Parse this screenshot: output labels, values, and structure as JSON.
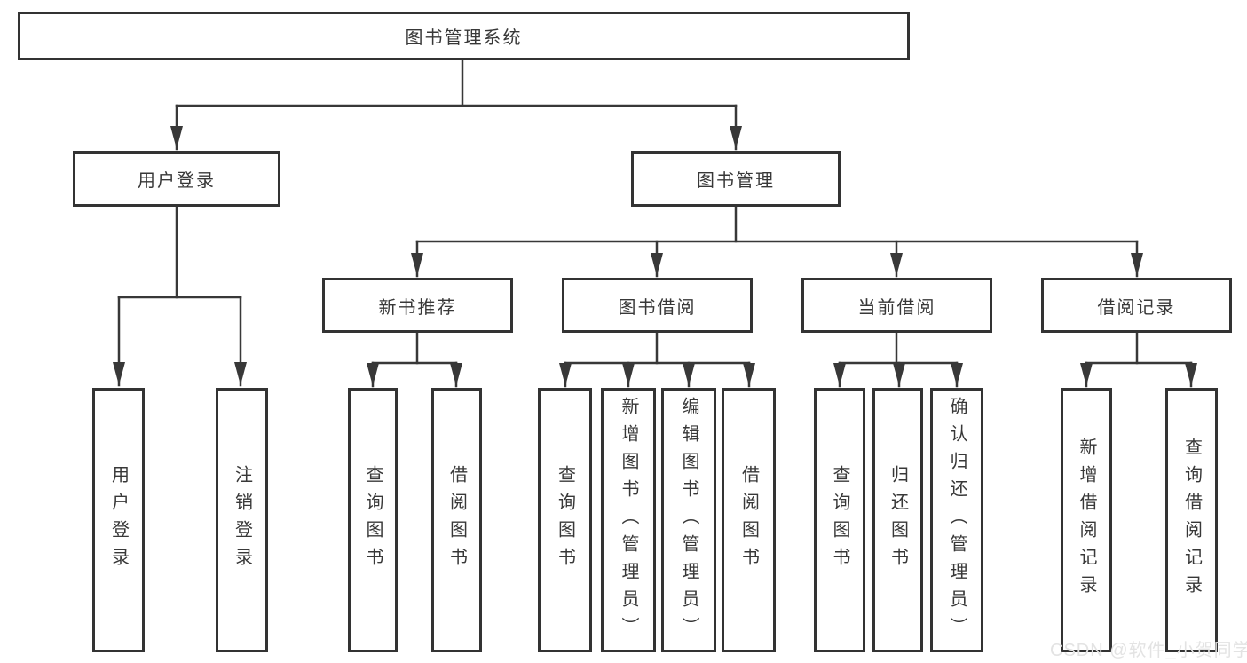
{
  "diagram": {
    "type": "tree",
    "root": {
      "label": "图书管理系统",
      "children": [
        {
          "label": "用户登录",
          "children": [
            {
              "label": "用户登录"
            },
            {
              "label": "注销登录"
            }
          ]
        },
        {
          "label": "图书管理",
          "children": [
            {
              "label": "新书推荐",
              "children": [
                {
                  "label": "查询图书"
                },
                {
                  "label": "借阅图书"
                }
              ]
            },
            {
              "label": "图书借阅",
              "children": [
                {
                  "label": "查询图书"
                },
                {
                  "label": "新增图书（管理员）"
                },
                {
                  "label": "编辑图书（管理员）"
                },
                {
                  "label": "借阅图书"
                }
              ]
            },
            {
              "label": "当前借阅",
              "children": [
                {
                  "label": "查询图书"
                },
                {
                  "label": "归还图书"
                },
                {
                  "label": "确认归还（管理员）"
                }
              ]
            },
            {
              "label": "借阅记录",
              "children": [
                {
                  "label": "新增借阅记录"
                },
                {
                  "label": "查询借阅记录"
                }
              ]
            }
          ]
        }
      ]
    }
  },
  "watermark": {
    "text": "CSDN @软件_小贺同学"
  },
  "colors": {
    "background": "#ffffff",
    "line": "#383838",
    "box_border": "#333333",
    "text": "#383838",
    "watermark": "#e3e3e3"
  }
}
